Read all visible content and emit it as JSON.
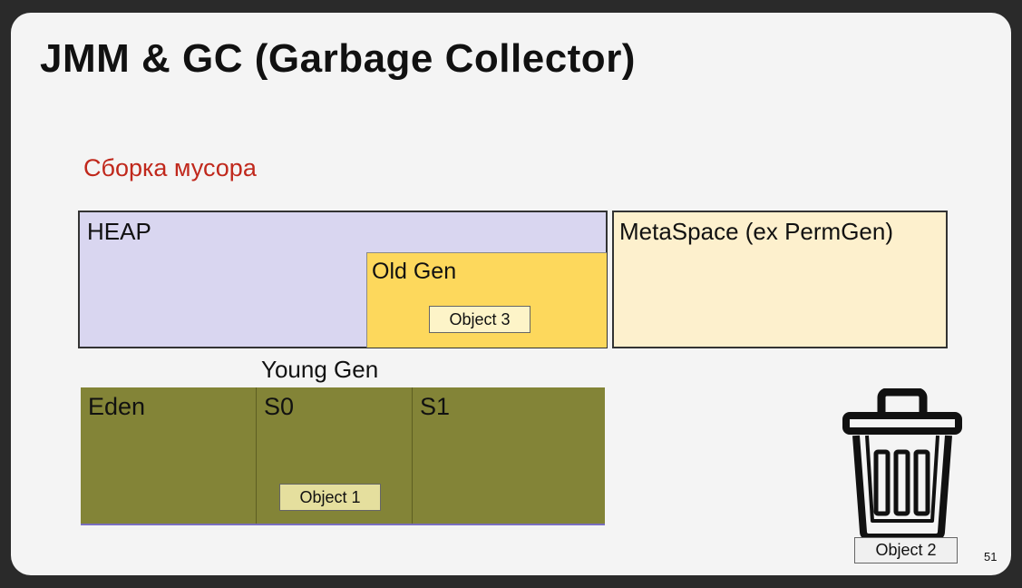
{
  "slide": {
    "title": "JMM & GC (Garbage Collector)",
    "subtitle": "Сборка мусора",
    "page_number": "51"
  },
  "heap": {
    "label": "HEAP",
    "old_gen": {
      "label": "Old Gen",
      "object": "Object 3"
    }
  },
  "metaspace": {
    "label": "MetaSpace (ex PermGen)"
  },
  "young_gen": {
    "label": "Young Gen",
    "eden": "Eden",
    "s0": "S0",
    "s1": "S1",
    "object": "Object 1"
  },
  "trash": {
    "icon": "trash-can-icon",
    "object": "Object 2"
  },
  "colors": {
    "heap": "#d9d6f0",
    "old_gen": "#fdd85c",
    "metaspace": "#fdf0cd",
    "young_gen": "#838437",
    "subtitle": "#c0281c"
  }
}
